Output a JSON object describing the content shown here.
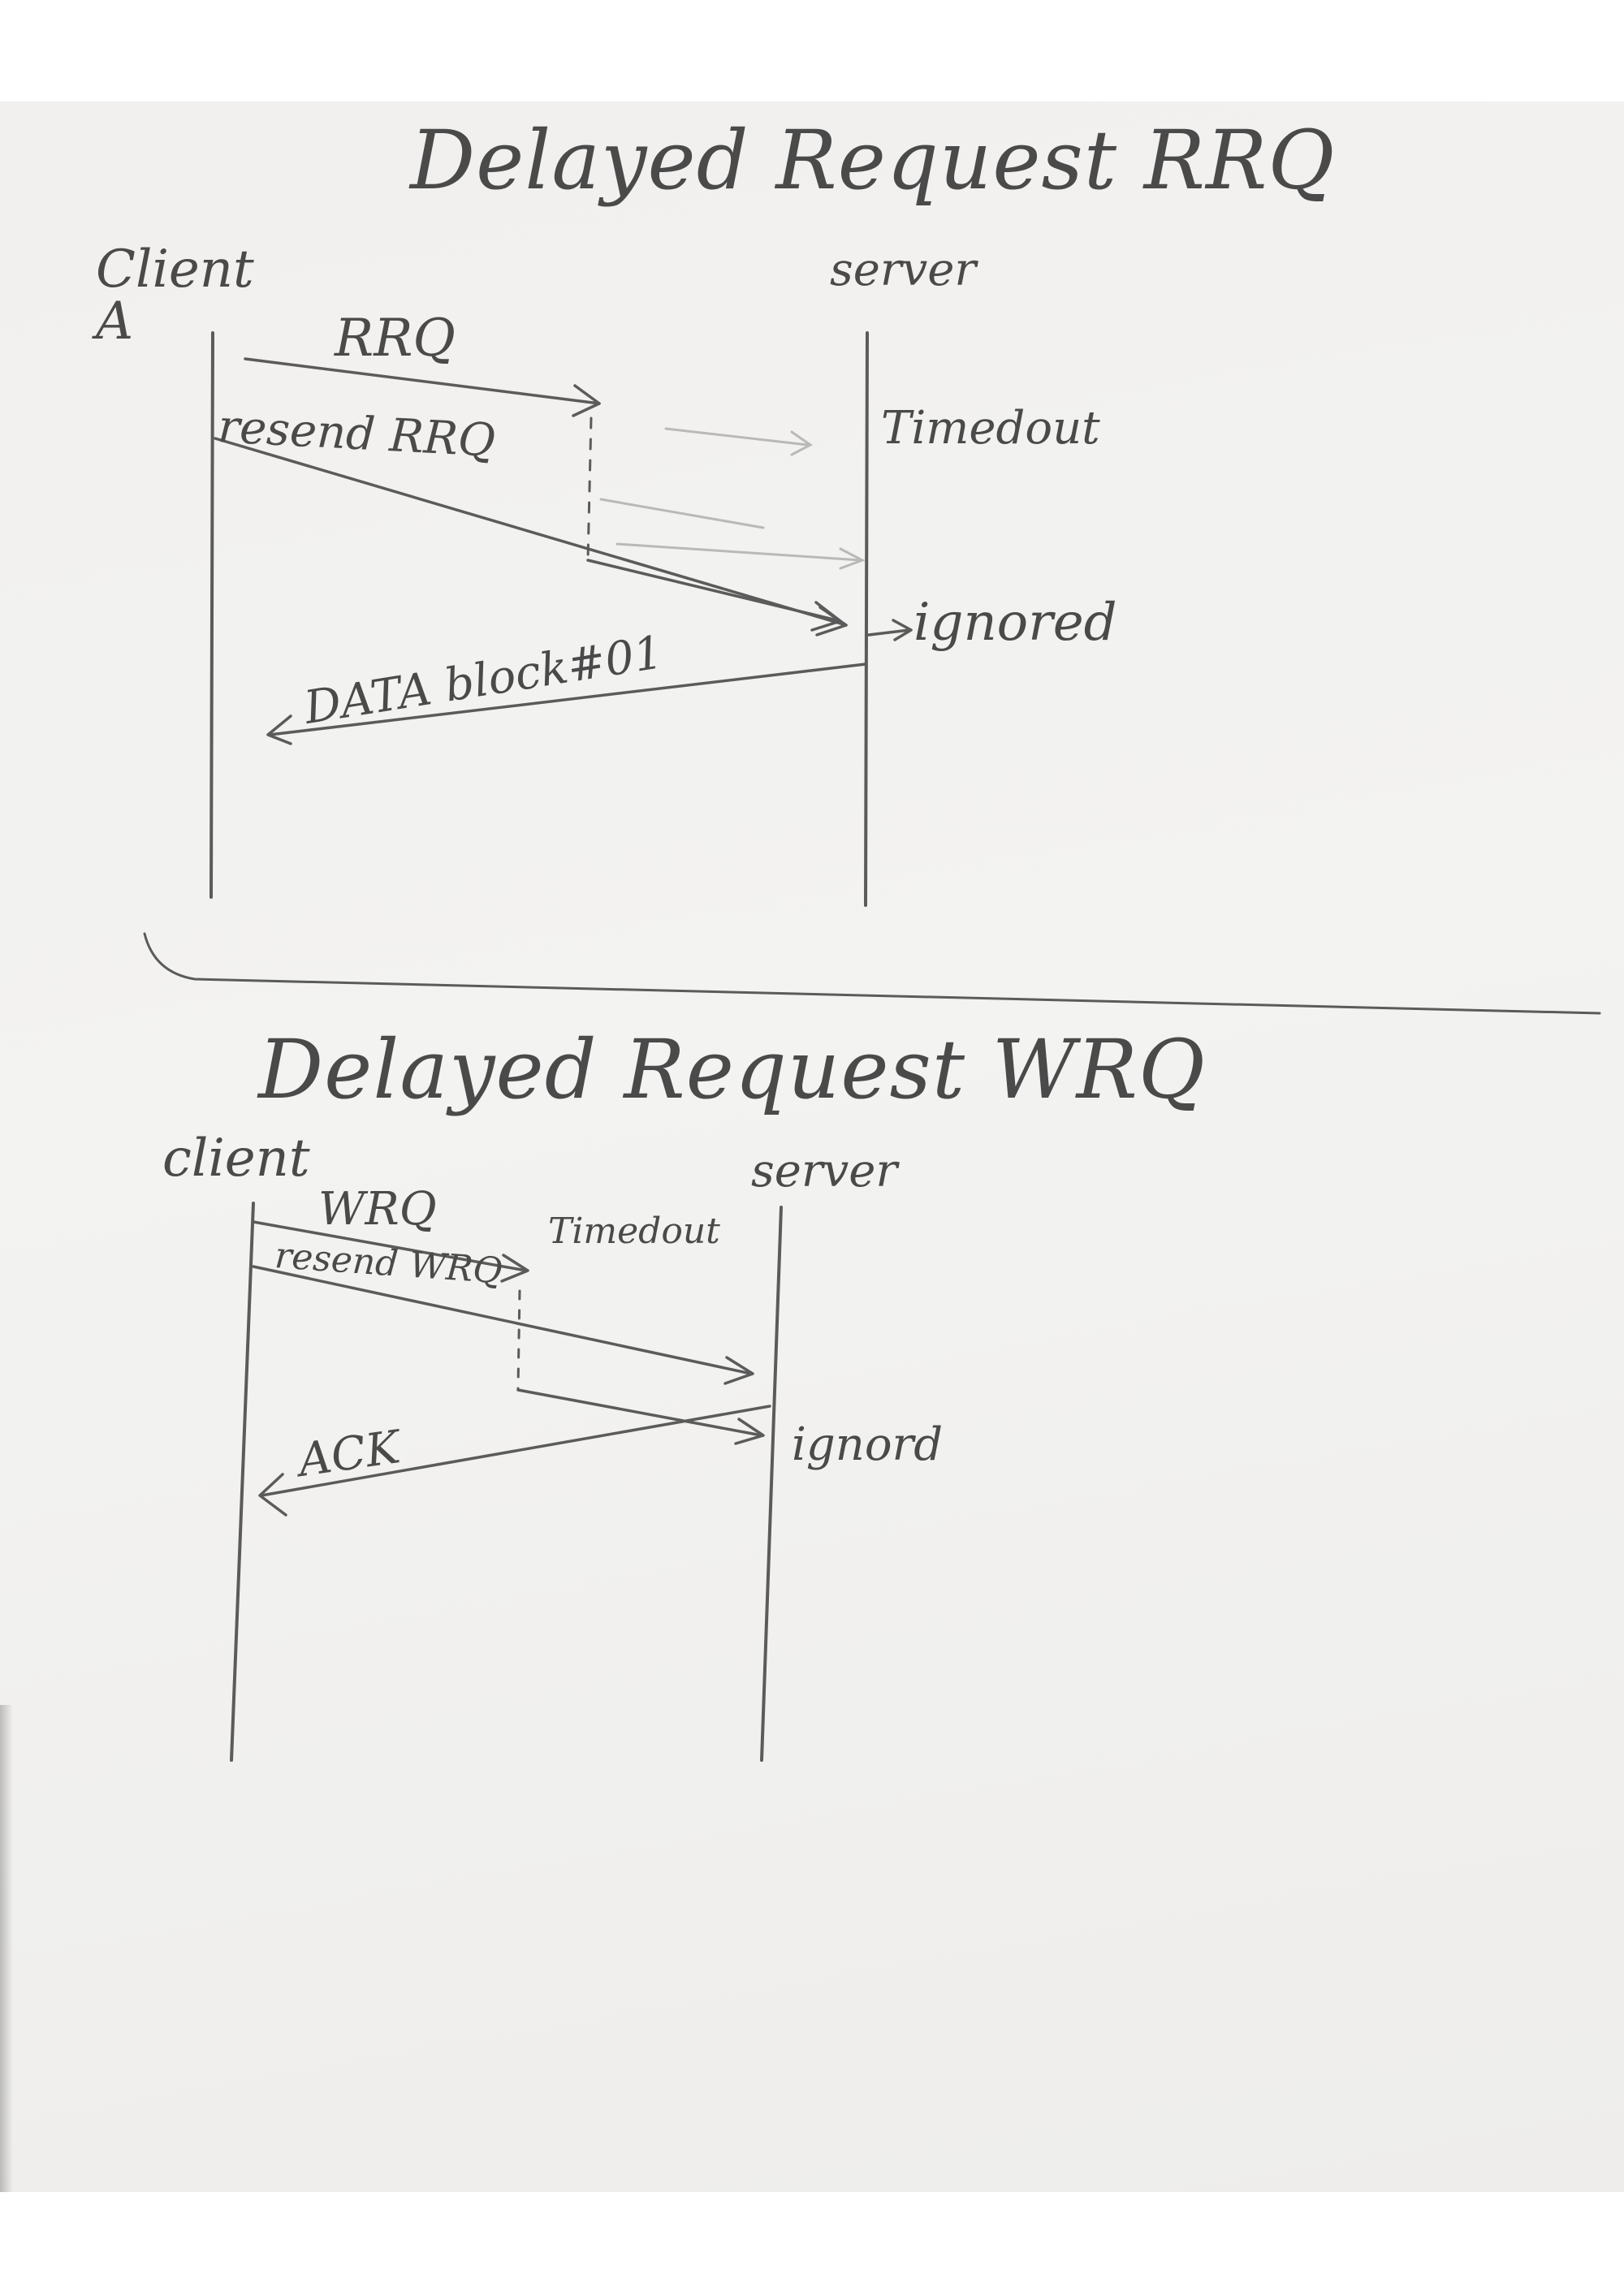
{
  "rrq_diagram": {
    "title": "Delayed Request  RRQ",
    "client_label": "Client\nA",
    "server_label": "server",
    "messages": {
      "request": "RRQ",
      "resend": "resend RRQ",
      "reply": "DATA block#01"
    },
    "notes": {
      "timeout": "Timedout",
      "ignored": "ignored"
    }
  },
  "wrq_diagram": {
    "title": "Delayed Request  WRQ",
    "client_label": "client",
    "server_label": "server",
    "messages": {
      "request": "WRQ",
      "resend": "resend WRQ",
      "reply": "ACK"
    },
    "notes": {
      "timeout": "Timedout",
      "ignored": "ignord"
    }
  }
}
